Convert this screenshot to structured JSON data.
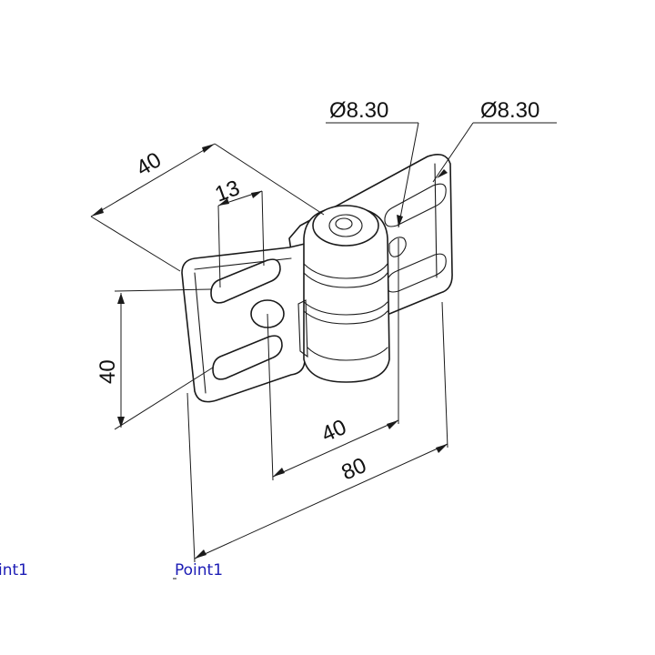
{
  "dimensions": {
    "diameter_left": "Ø8.30",
    "diameter_right": "Ø8.30",
    "width_top": "40",
    "slot_width": "13",
    "height_left": "40",
    "hole_spacing": "40",
    "overall_length": "80"
  },
  "points": {
    "left": "int1",
    "right": "Point1"
  }
}
